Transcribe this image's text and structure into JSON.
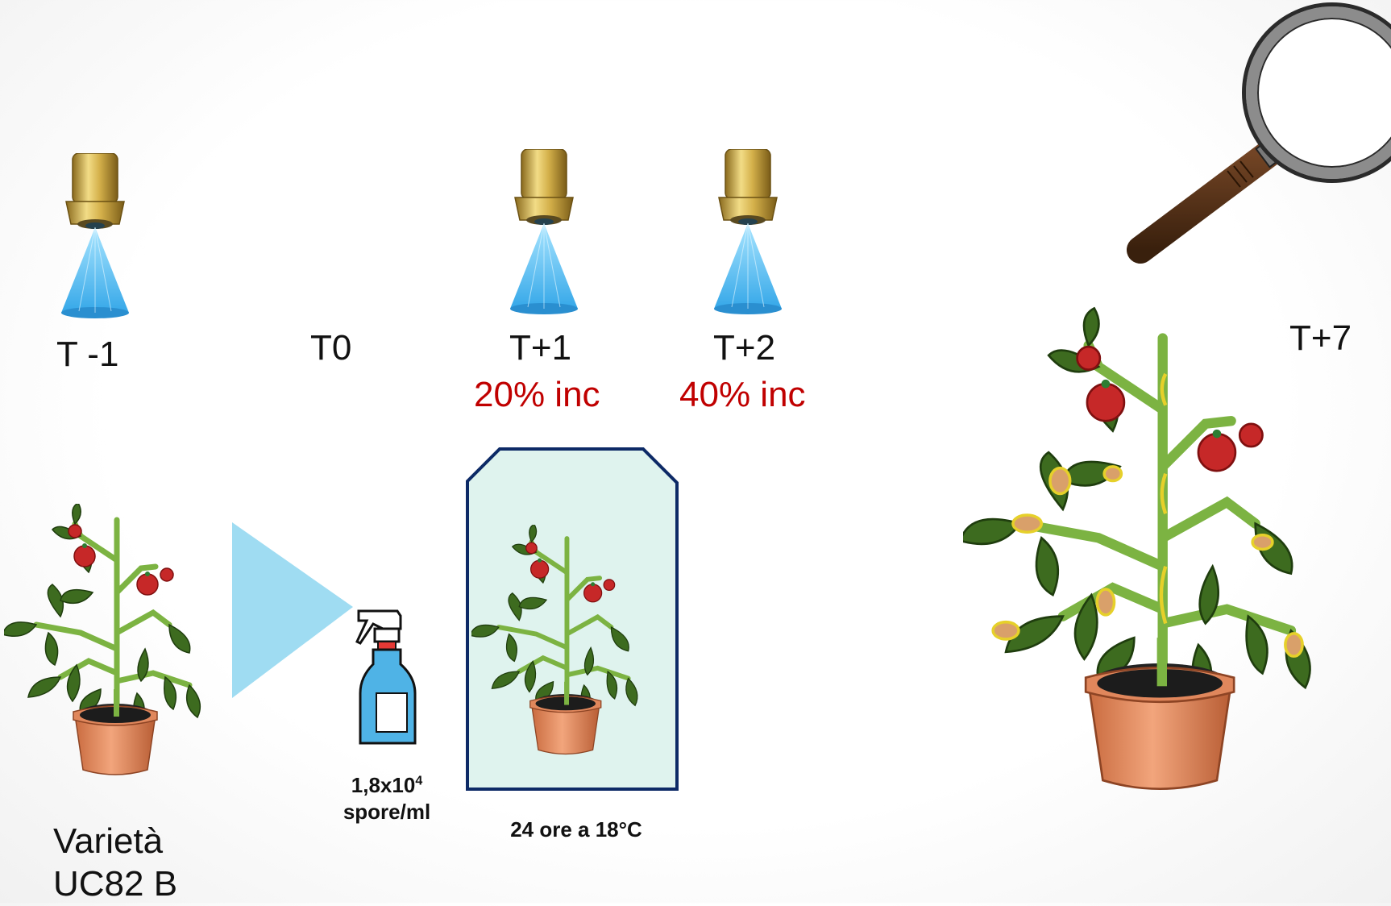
{
  "timeline": {
    "t_minus_1": "T -1",
    "t0": "T0",
    "t_plus_1": "T+1",
    "t_plus_2": "T+2",
    "t_plus_7": "T+7"
  },
  "incubation": {
    "t_plus_1": "20% inc",
    "t_plus_2": "40% inc"
  },
  "inoculum": {
    "concentration_base": "1,8x10",
    "concentration_exp": "4",
    "concentration_unit": "spore/ml"
  },
  "chamber": {
    "label": "24 ore a 18°C",
    "fill": "#dff3ee",
    "border": "#0d2a66"
  },
  "variety": {
    "line1": "Varietà",
    "line2": "UC82 B"
  },
  "colors": {
    "incubation_text": "#c00000",
    "arrow": "#9fdcf2",
    "spray": "#3fb3ea",
    "nozzle": "#c9a441"
  },
  "icons": [
    "nozzle-icon",
    "magnifier-icon",
    "tomato-plant-icon",
    "spray-bottle-icon",
    "arrow-icon"
  ]
}
